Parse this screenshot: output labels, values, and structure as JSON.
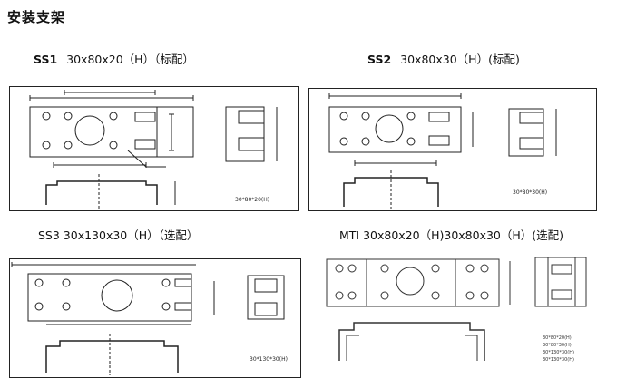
{
  "title": "安装支架",
  "captions": [
    {
      "model": "SS1",
      "spec": "30x80x20（H）（标配）"
    },
    {
      "model": "SS2",
      "spec": "30x80x30（H）(标配)"
    },
    {
      "model": "",
      "spec": "SS3   30x130x30（H）（选配）"
    },
    {
      "model": "",
      "spec": "MTI 30x80x20（H)30x80x30（H）(选配)"
    }
  ],
  "drawing_labels": {
    "ss1": "30*80*20(H)",
    "ss2": "30*80*30(H)",
    "ss3": "30*130*30(H)",
    "mti": [
      "30*80*20(H)",
      "30*80*30(H)",
      "30*130*30(H)",
      "30*130*30(H)"
    ]
  }
}
